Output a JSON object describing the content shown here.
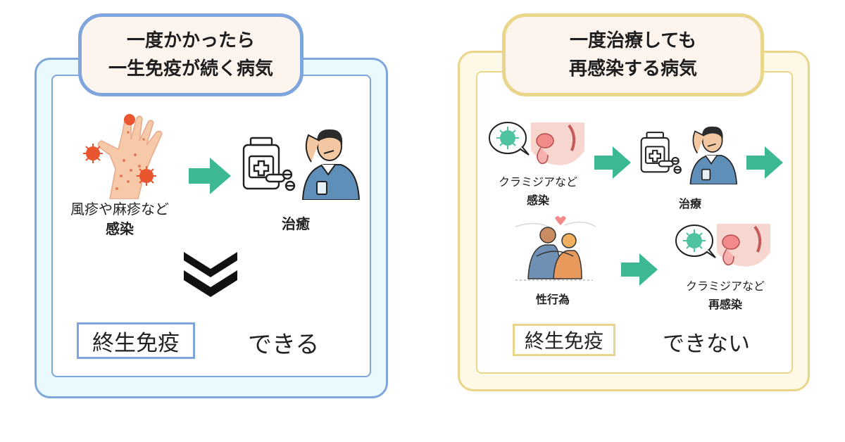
{
  "colors": {
    "left_border": "#7ea6dc",
    "left_bg": "#e9f9fc",
    "right_border": "#e9d68a",
    "right_bg": "#fdf9e6",
    "title_bg": "#fdf4ee",
    "arrow": "#3db895",
    "virus": "#e8552e"
  },
  "left": {
    "title_line1": "一度かかったら",
    "title_line2": "一生免疫が続く病気",
    "infection_label1": "風疹や麻疹など",
    "infection_label2": "感染",
    "treatment_label": "治癒",
    "result_box": "終生免疫",
    "result_text": "できる",
    "icons": [
      "rash-hand-icon",
      "arrow-right-icon",
      "medicine-icon",
      "sick-man-icon",
      "double-chevron-down-icon"
    ]
  },
  "right": {
    "title_line1": "一度治療しても",
    "title_line2": "再感染する病気",
    "step1_label1": "クラミジアなど",
    "step1_label2": "感染",
    "step2_label": "治療",
    "step3_label": "性行為",
    "step4_label1": "クラミジアなど",
    "step4_label2": "再感染",
    "result_box": "終生免疫",
    "result_text": "できない",
    "icons": [
      "virus-bubble-icon",
      "anatomy-icon",
      "arrow-right-icon",
      "medicine-icon",
      "sick-man-icon",
      "couple-icon"
    ]
  }
}
